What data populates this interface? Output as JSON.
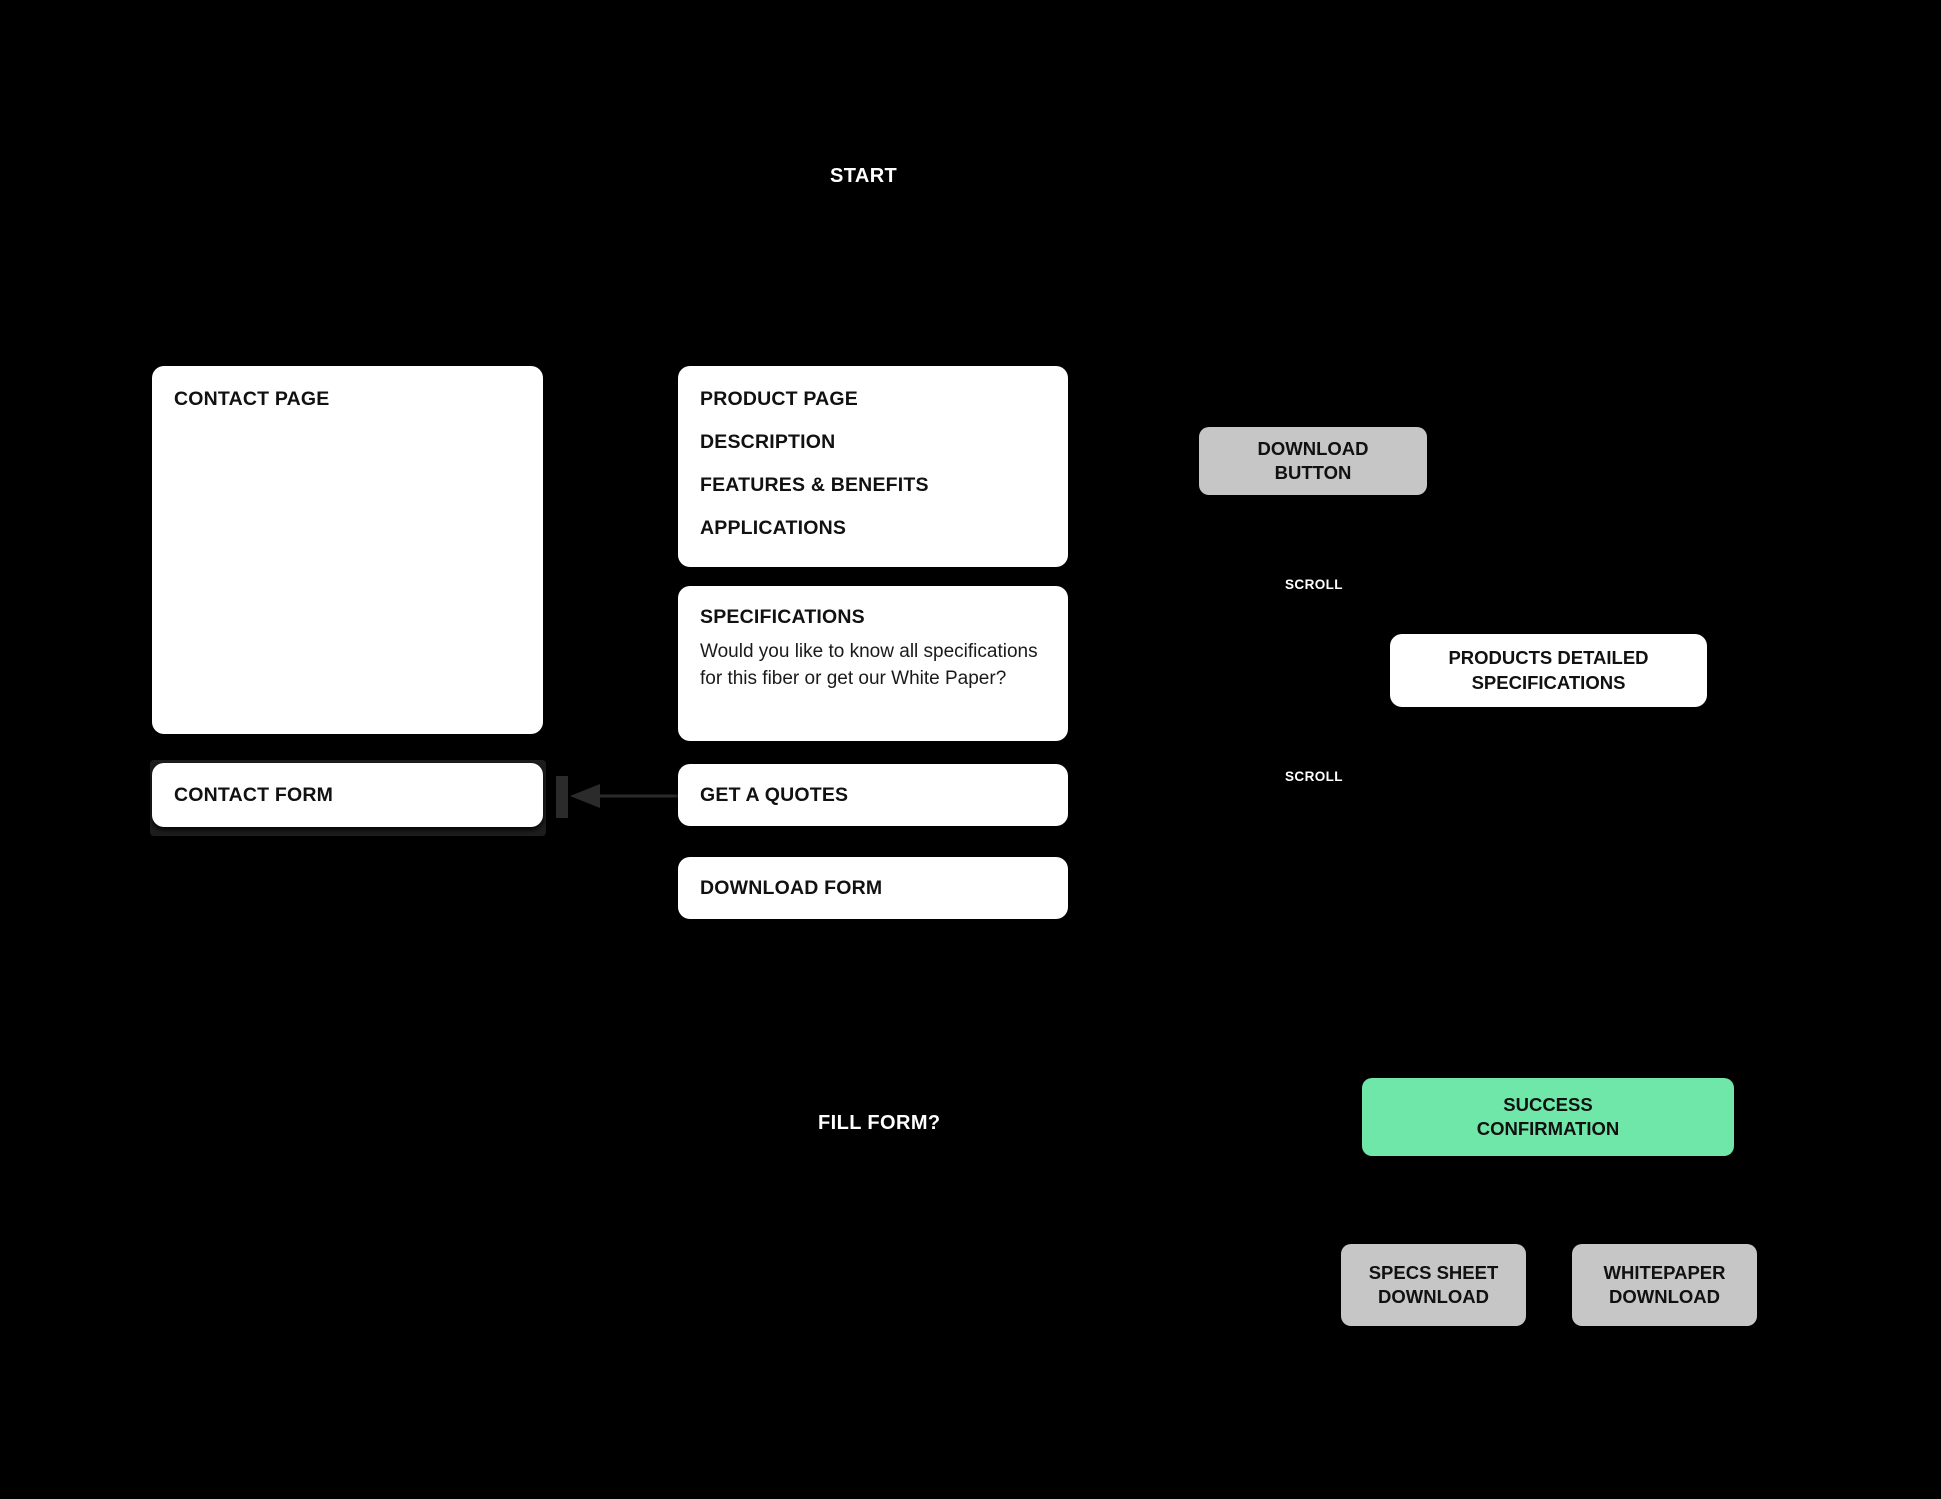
{
  "diagram": {
    "background_color": "#000000",
    "title": "Product page / contact flow wireframe"
  },
  "labels": {
    "start": "START",
    "fill_form": "FILL FORM?",
    "scroll_1": "SCROLL",
    "scroll_2": "SCROLL"
  },
  "nodes": {
    "contact_page": {
      "title": "CONTACT PAGE",
      "color": "#ffffff"
    },
    "contact_form": {
      "title": "CONTACT FORM",
      "color": "#ffffff"
    },
    "product_page": {
      "title": "PRODUCT PAGE",
      "lines": [
        "DESCRIPTION",
        "FEATURES & BENEFITS",
        "APPLICATIONS"
      ],
      "color": "#ffffff"
    },
    "specifications": {
      "title": "SPECIFICATIONS",
      "body": "Would you like to know all specifications for this fiber or get our White Paper?",
      "color": "#ffffff"
    },
    "get_quotes": {
      "title": "GET A QUOTES",
      "color": "#ffffff"
    },
    "download_form": {
      "title": "DOWNLOAD FORM",
      "color": "#ffffff"
    },
    "download_button": {
      "line1": "DOWNLOAD",
      "line2": "BUTTON",
      "color": "#c6c6c6"
    },
    "products_detailed": {
      "line1": "PRODUCTS DETAILED",
      "line2": "SPECIFICATIONS",
      "color": "#ffffff"
    },
    "success_confirmation": {
      "line1": "SUCCESS",
      "line2": "CONFIRMATION",
      "color": "#6ee7a8"
    },
    "specs_sheet_download": {
      "line1": "SPECS SHEET",
      "line2": "DOWNLOAD",
      "color": "#c6c6c6"
    },
    "whitepaper_download": {
      "line1": "WHITEPAPER",
      "line2": "DOWNLOAD",
      "color": "#c6c6c6"
    }
  },
  "edges": [
    {
      "id": "quotes-to-contact-form",
      "from": "get_quotes",
      "to": "contact_form",
      "direction": "left",
      "color": "#2b2b2b"
    }
  ]
}
